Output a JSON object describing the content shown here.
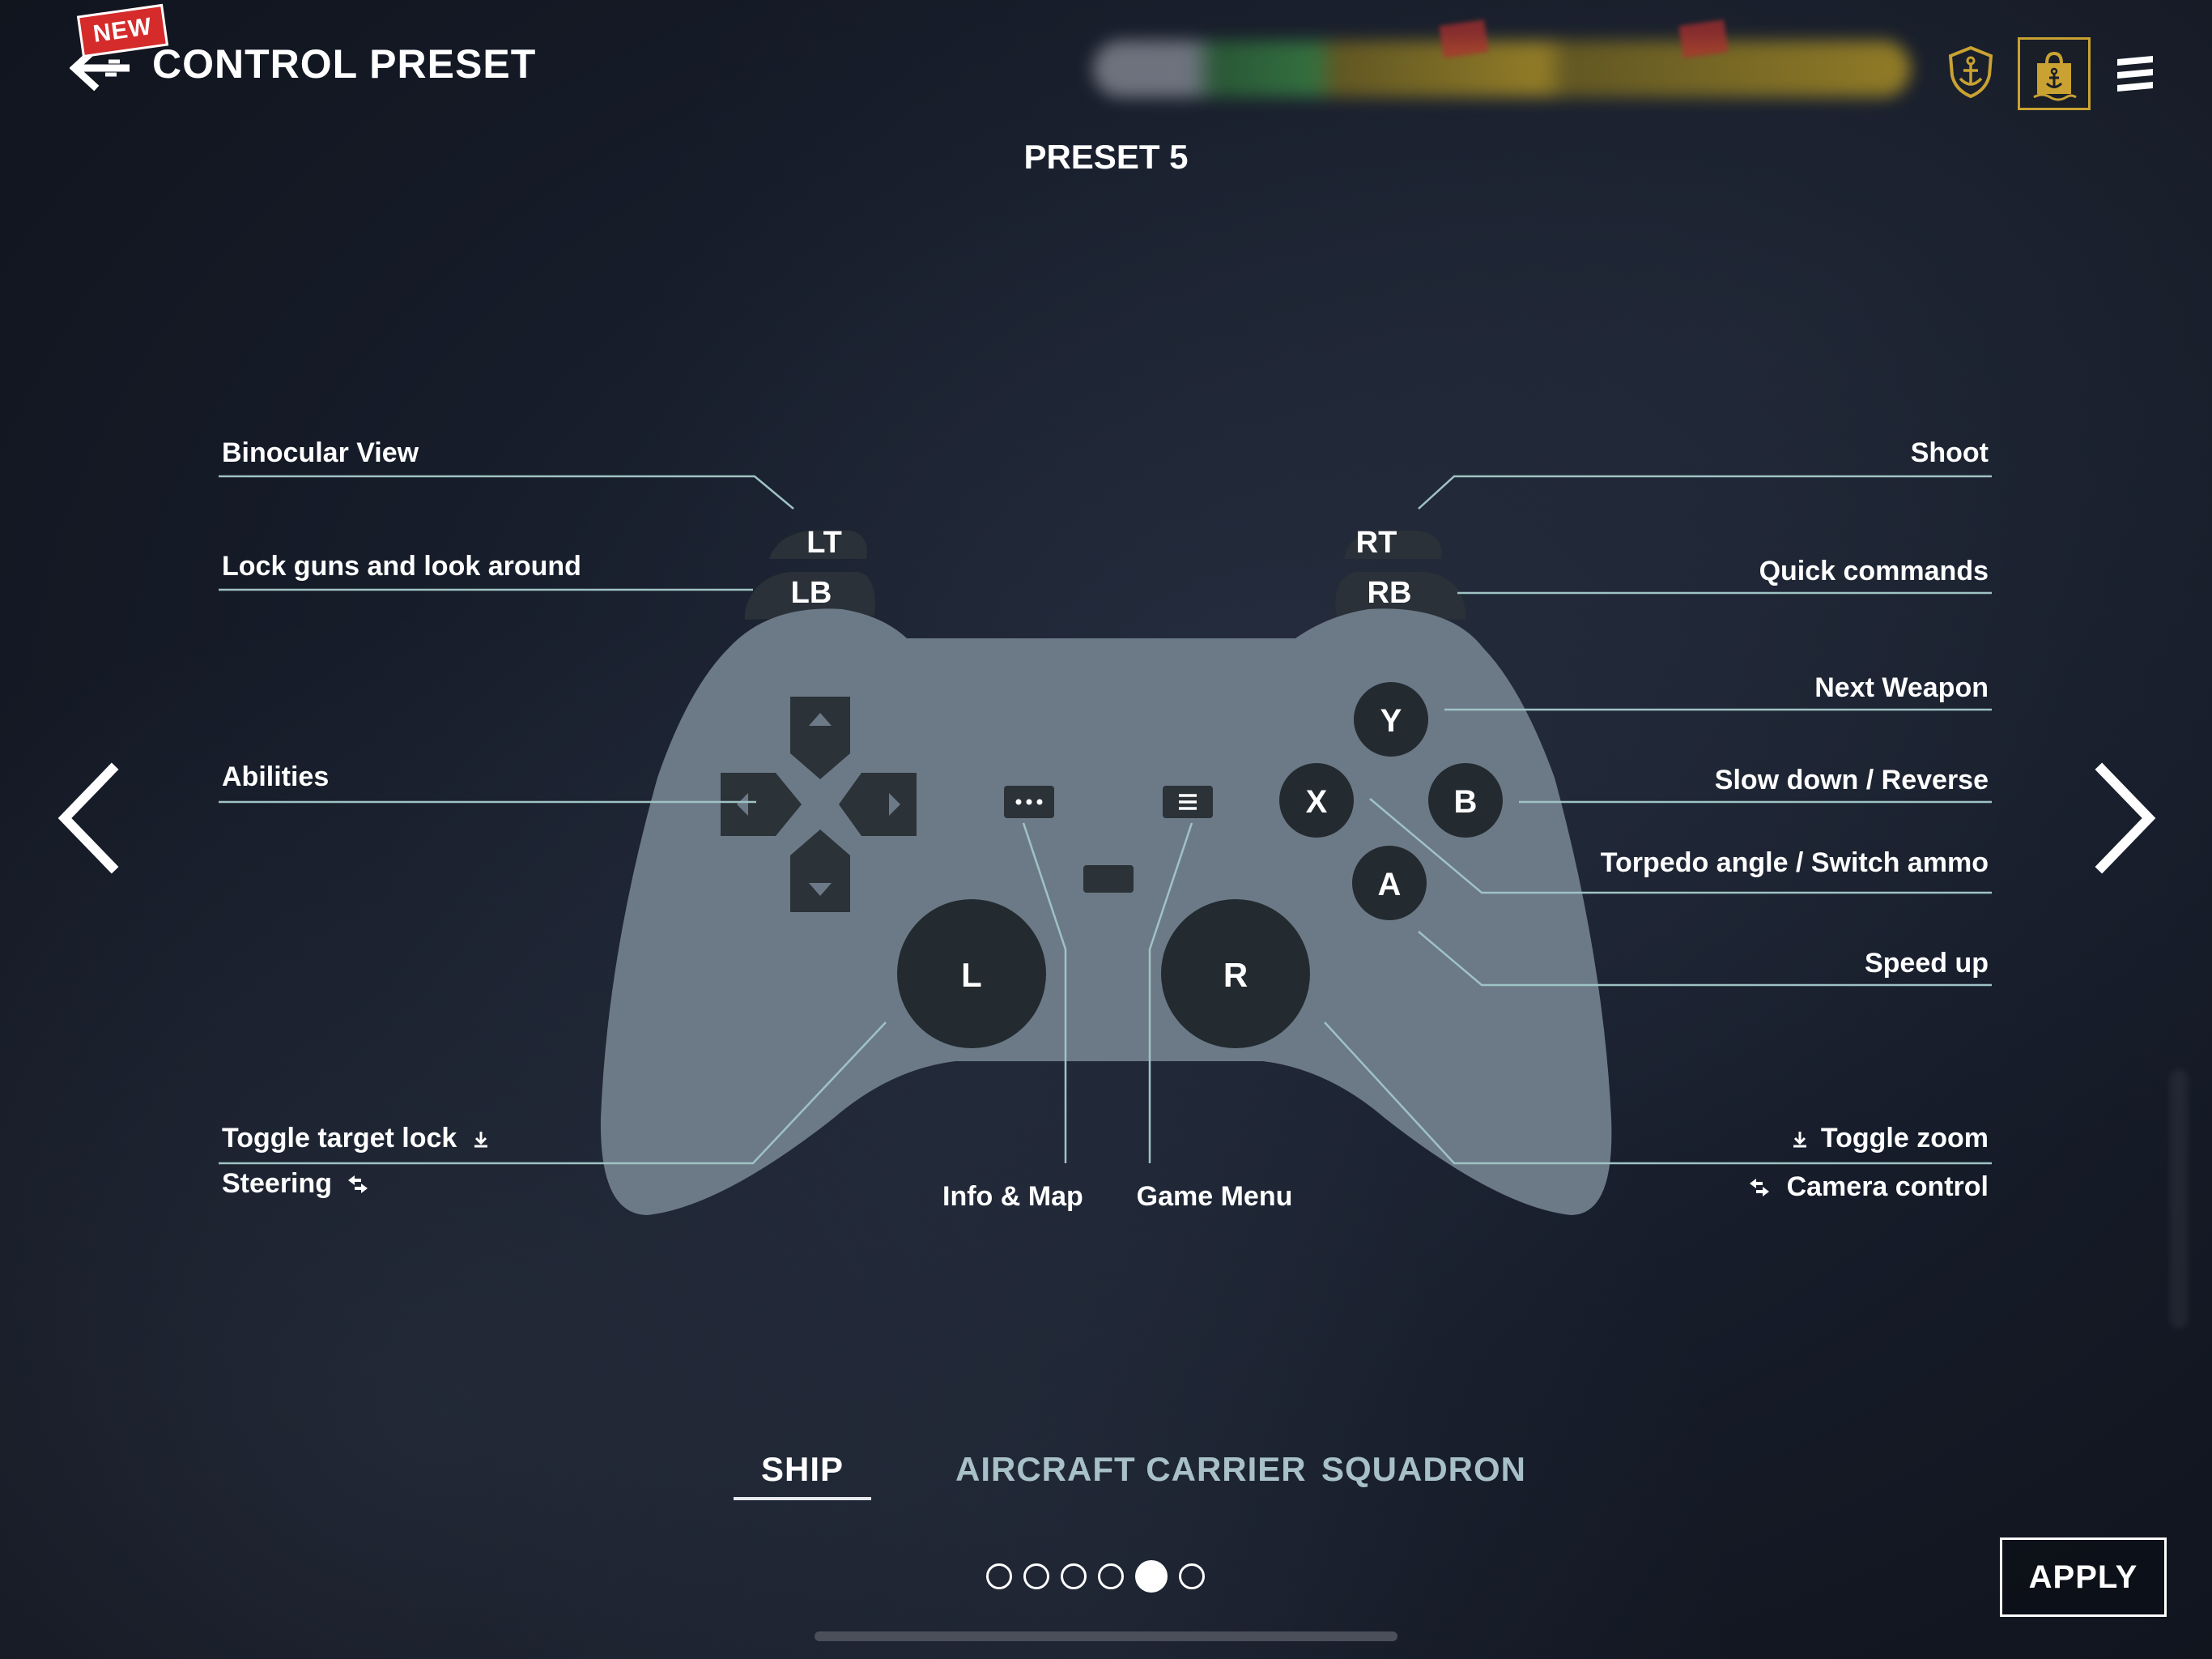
{
  "header": {
    "new_badge": "NEW",
    "title": "CONTROL PRESET"
  },
  "preset": {
    "label": "PRESET 5"
  },
  "controller": {
    "buttons": {
      "lt": "LT",
      "lb": "LB",
      "rt": "RT",
      "rb": "RB",
      "y": "Y",
      "x": "X",
      "b": "B",
      "a": "A",
      "l_stick": "L",
      "r_stick": "R"
    },
    "body_color": "#6c7a87",
    "button_color": "#232a30",
    "line_color": "#9fc3c4"
  },
  "bindings": {
    "binocular_view": "Binocular View",
    "lock_guns": "Lock guns and look around",
    "abilities": "Abilities",
    "toggle_target_lock": "Toggle target lock",
    "steering": "Steering",
    "info_map": "Info & Map",
    "game_menu": "Game Menu",
    "shoot": "Shoot",
    "quick_commands": "Quick commands",
    "next_weapon": "Next Weapon",
    "slow_down": "Slow down / Reverse",
    "torpedo_angle": "Torpedo angle / Switch ammo",
    "speed_up": "Speed up",
    "toggle_zoom": "Toggle zoom",
    "camera_control": "Camera control"
  },
  "tabs": [
    {
      "label": "SHIP",
      "active": true
    },
    {
      "label": "AIRCRAFT CARRIER",
      "active": false
    },
    {
      "label": "SQUADRON",
      "active": false
    }
  ],
  "pagination": {
    "total": 6,
    "current": 5
  },
  "apply_label": "APPLY",
  "icons": {
    "back": "back-arrow-icon",
    "anchor": "anchor-shield-icon",
    "shop": "anchor-bag-icon",
    "menu": "hamburger-menu-icon",
    "prev": "chevron-left-icon",
    "next": "chevron-right-icon",
    "stick_press": "stick-press-icon",
    "stick_move": "stick-move-icon"
  },
  "colors": {
    "accent_gold": "#c9a232",
    "new_red": "#d52b2b",
    "inactive_tab": "#a8c0c8"
  }
}
